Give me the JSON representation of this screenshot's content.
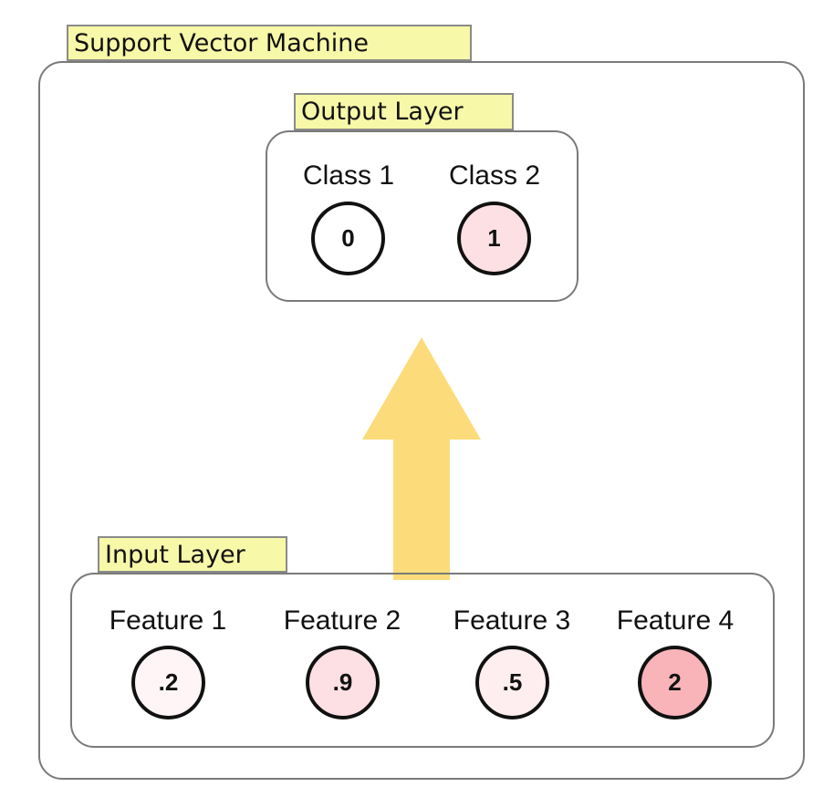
{
  "diagram": {
    "title": "Support Vector Machine",
    "output_layer": {
      "title": "Output Layer",
      "nodes": [
        {
          "label": "Class 1",
          "value": "0",
          "fill": "#ffffff"
        },
        {
          "label": "Class 2",
          "value": "1",
          "fill": "#fde0e3"
        }
      ]
    },
    "input_layer": {
      "title": "Input Layer",
      "nodes": [
        {
          "label": "Feature 1",
          "value": ".2",
          "fill": "#fff5f6"
        },
        {
          "label": "Feature 2",
          "value": ".9",
          "fill": "#fde0e3"
        },
        {
          "label": "Feature 3",
          "value": ".5",
          "fill": "#feeef0"
        },
        {
          "label": "Feature 4",
          "value": "2",
          "fill": "#f8b4b8"
        }
      ]
    },
    "colors": {
      "tag_fill": "#f7f8a8",
      "arrow": "#fcd86c",
      "border": "#7a7a7a"
    }
  }
}
